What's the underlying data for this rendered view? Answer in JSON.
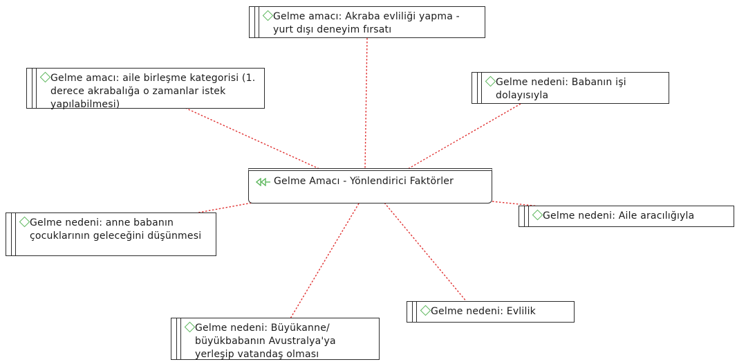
{
  "diagram": {
    "center": {
      "label": "Gelme Amacı - Yönlendirici Faktörler",
      "icon": "double-chevron-icon"
    },
    "nodes": [
      {
        "id": "akraba",
        "label": "Gelme amacı: Akraba evliliği yapma - yurt dışı deneyim fırsatı"
      },
      {
        "id": "aile-birlesme",
        "label": "Gelme amacı: aile birleşme kategorisi (1. derece akrabalığa o zamanlar istek yapılabilmesi)"
      },
      {
        "id": "babanin-isi",
        "label": "Gelme nedeni: Babanın işi dolayısıyla"
      },
      {
        "id": "aile-araciligi",
        "label": "Gelme nedeni: Aile aracılığıyla"
      },
      {
        "id": "anne-baba",
        "label": "Gelme nedeni: anne babanın çocuklarının geleceğini düşünmesi"
      },
      {
        "id": "evlilik",
        "label": "Gelme nedeni: Evlilik"
      },
      {
        "id": "buyukanne",
        "label": "Gelme nedeni: Büyükanne/ büyükbabanın Avustralya'ya yerleşip vatandaş olması"
      }
    ],
    "colors": {
      "link": "#e03030",
      "icon": "#5bb65b",
      "border": "#2b2b2b"
    }
  }
}
